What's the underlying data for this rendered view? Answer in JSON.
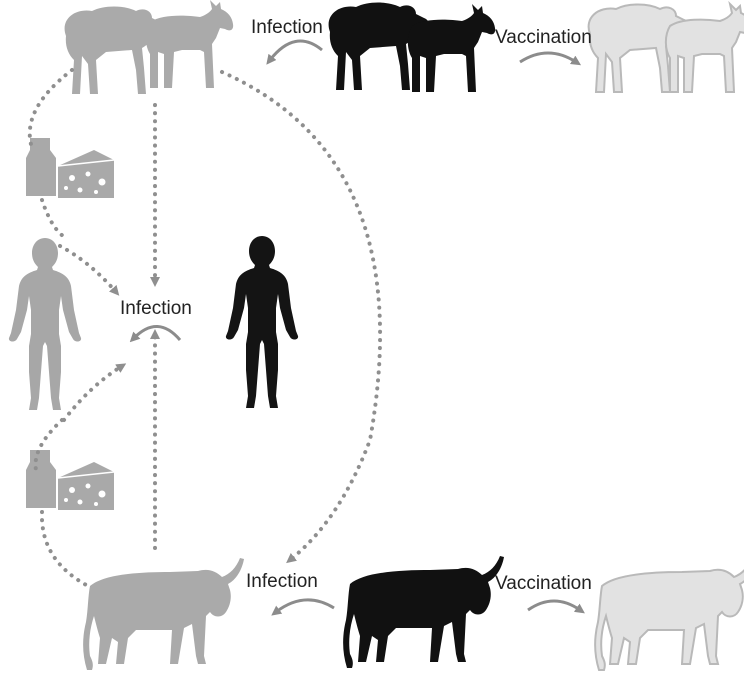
{
  "labels": {
    "top_infection": "Infection",
    "top_vaccination": "Vaccination",
    "center_infection": "Infection",
    "bottom_infection": "Infection",
    "bottom_vaccination": "Vaccination"
  },
  "colors": {
    "infected_animal": "#aaaaaa",
    "source_animal": "#111111",
    "vaccinated_animal_fill": "#e2e2e2",
    "vaccinated_animal_outline": "#b9b9b9",
    "human_exposed": "#a7a7a7",
    "human_infected": "#141414",
    "dairy": "#a9a9a9",
    "arrow": "#8f8f8f"
  },
  "icons": [
    "sheep-icon",
    "goat-icon",
    "cattle-icon",
    "human-icon",
    "milk-bottle-icon",
    "cheese-icon",
    "dotted-arrow",
    "curved-arrow"
  ]
}
